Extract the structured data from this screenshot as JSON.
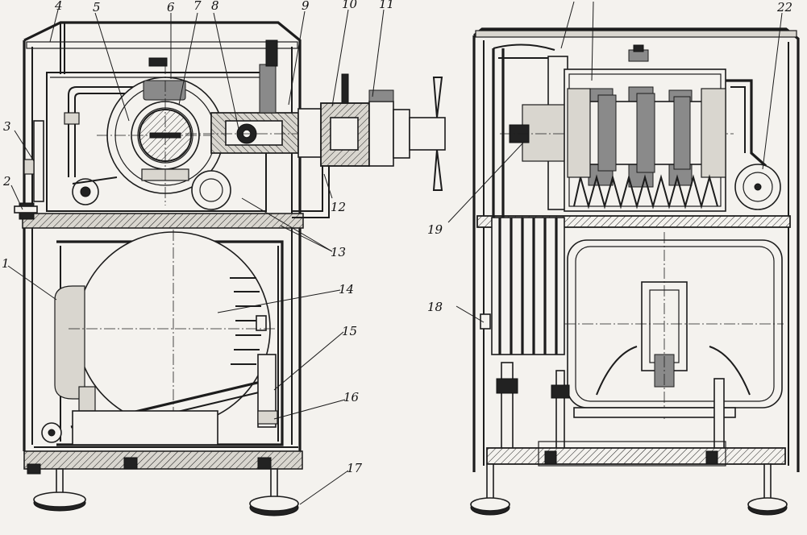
{
  "callouts": {
    "c1": "1",
    "c2": "2",
    "c3": "3",
    "c4": "4",
    "c5": "5",
    "c6": "6",
    "c7": "7",
    "c8": "8",
    "c9": "9",
    "c10": "10",
    "c11": "11",
    "c12": "12",
    "c13": "13",
    "c14": "14",
    "c15": "15",
    "c16": "16",
    "c17": "17",
    "c18": "18",
    "c19": "19",
    "c22": "22"
  },
  "palette": {
    "ink": "#1c1c1c",
    "paper": "#f4f2ee"
  }
}
